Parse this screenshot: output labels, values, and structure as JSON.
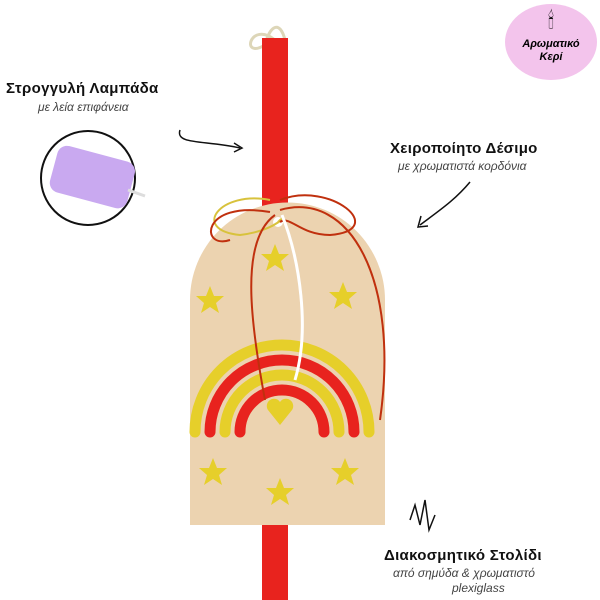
{
  "badge": {
    "line1": "Αρωματικό",
    "line2": "Κερί"
  },
  "labels": {
    "candle": {
      "title": "Στρογγυλή Λαμπάδα",
      "subtitle": "με λεία επιφάνεια"
    },
    "binding": {
      "title": "Χειροποίητο Δέσιμο",
      "subtitle": "με χρωματιστά κορδόνια"
    },
    "ornament": {
      "title": "Διακοσμητικό Στολίδι",
      "subtitle1": "από σημύδα & χρωματιστό",
      "subtitle2": "plexiglass"
    }
  },
  "colors": {
    "candle": "#e8231e",
    "wood": "#ecd3b0",
    "yellow": "#e6cf2a",
    "lavender": "#c9a9f0",
    "badge": "#f3c4ec"
  }
}
